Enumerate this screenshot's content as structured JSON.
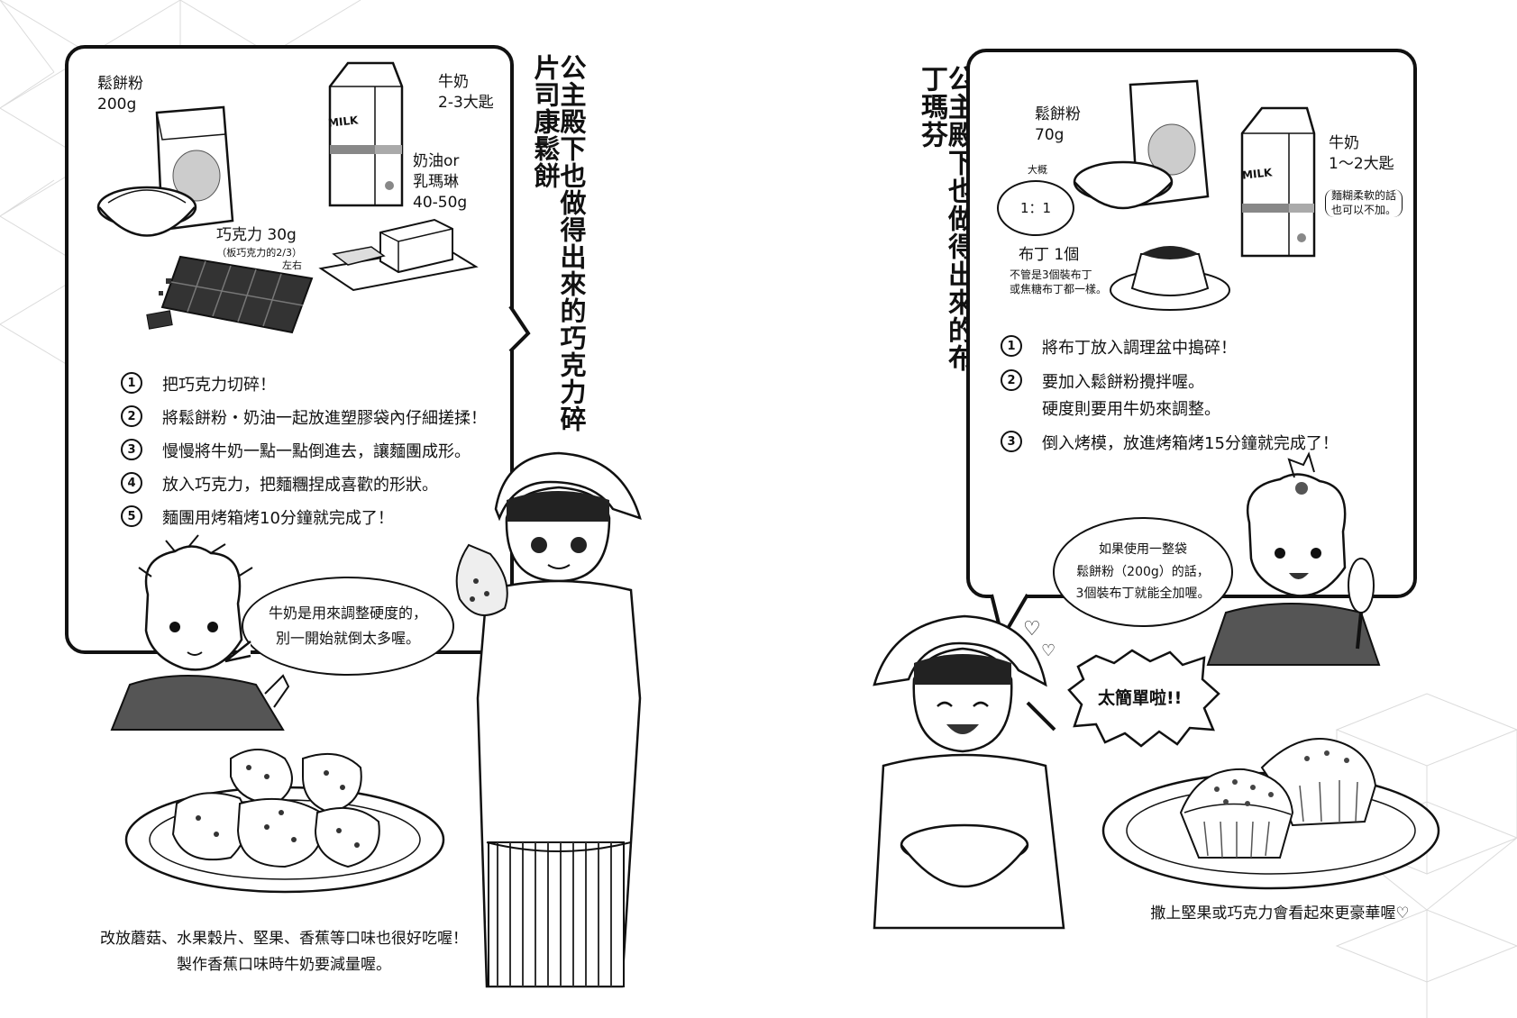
{
  "left_recipe": {
    "title": "公主殿下也做得出來的巧克力碎片司康鬆餅",
    "ingredients": {
      "pancake_mix": "鬆餅粉\n200g",
      "milk": "牛奶\n2-3大匙",
      "butter": "奶油or\n乳瑪琳\n40-50g",
      "chocolate": "巧克力 30g",
      "chocolate_note": "（板巧克力的2/3）\n左右",
      "milk_carton_label": "MILK"
    },
    "steps": [
      {
        "num": "1",
        "text": "把巧克力切碎！"
      },
      {
        "num": "2",
        "text": "將鬆餅粉・奶油一起放進塑膠袋內仔細搓揉！"
      },
      {
        "num": "3",
        "text": "慢慢將牛奶一點一點倒進去，讓麵團成形。"
      },
      {
        "num": "4",
        "text": "放入巧克力，把麵糰捏成喜歡的形狀。"
      },
      {
        "num": "5",
        "text": "麵團用烤箱烤10分鐘就完成了！"
      }
    ],
    "speech": "牛奶是用來調整硬度的，\n別一開始就倒太多喔。",
    "caption": "改放蘑菇、水果穀片、堅果、香蕉等口味也很好吃喔！\n製作香蕉口味時牛奶要減量喔。"
  },
  "right_recipe": {
    "title": "公主殿下也做得出來的布丁瑪芬",
    "ingredients": {
      "pancake_mix": "鬆餅粉\n70g",
      "ratio_label": "大概",
      "ratio": "1：1",
      "pudding": "布丁 1個",
      "pudding_note": "不管是3個裝布丁\n或焦糖布丁都一樣。",
      "milk": "牛奶\n1～2大匙",
      "milk_note": "麵糊柔軟的話\n也可以不加。",
      "milk_carton_label": "MILK"
    },
    "steps": [
      {
        "num": "1",
        "text": "將布丁放入調理盆中搗碎！"
      },
      {
        "num": "2",
        "text": "要加入鬆餅粉攪拌喔。\n硬度則要用牛奶來調整。"
      },
      {
        "num": "3",
        "text": "倒入烤模，放進烤箱烤15分鐘就完成了！"
      }
    ],
    "speech": "如果使用一整袋\n鬆餅粉（200g）的話，\n3個裝布丁就能全加喔。",
    "exclaim": "太簡單啦!!",
    "caption": "撒上堅果或巧克力會看起來更豪華喔♡"
  }
}
